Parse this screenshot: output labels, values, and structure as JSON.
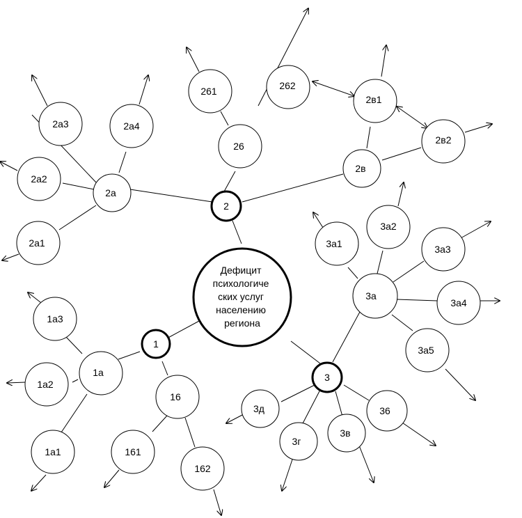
{
  "diagram": {
    "colors": {
      "stroke": "#000000",
      "fill": "#ffffff",
      "text": "#000000"
    },
    "center": {
      "lines": [
        "Дефицит",
        "психологиче",
        "ских услуг",
        "населению",
        "региона"
      ]
    },
    "nodes": [
      {
        "id": "n1",
        "label": "1",
        "bold": true
      },
      {
        "id": "n2",
        "label": "2",
        "bold": true
      },
      {
        "id": "n3",
        "label": "3",
        "bold": true
      },
      {
        "id": "n1a",
        "label": "1а"
      },
      {
        "id": "n1a1",
        "label": "1а1"
      },
      {
        "id": "n1a2",
        "label": "1а2"
      },
      {
        "id": "n1a3",
        "label": "1а3"
      },
      {
        "id": "n16",
        "label": "16"
      },
      {
        "id": "n161",
        "label": "161"
      },
      {
        "id": "n162",
        "label": "162"
      },
      {
        "id": "n2a",
        "label": "2а"
      },
      {
        "id": "n2a1",
        "label": "2а1"
      },
      {
        "id": "n2a2",
        "label": "2а2"
      },
      {
        "id": "n2a3",
        "label": "2а3"
      },
      {
        "id": "n2a4",
        "label": "2а4"
      },
      {
        "id": "n26",
        "label": "26"
      },
      {
        "id": "n261",
        "label": "261"
      },
      {
        "id": "n262",
        "label": "262"
      },
      {
        "id": "n2v",
        "label": "2в"
      },
      {
        "id": "n2v1",
        "label": "2в1"
      },
      {
        "id": "n2v2",
        "label": "2в2"
      },
      {
        "id": "n3a",
        "label": "3а"
      },
      {
        "id": "n3a1",
        "label": "3а1"
      },
      {
        "id": "n3a2",
        "label": "3а2"
      },
      {
        "id": "n3a3",
        "label": "3а3"
      },
      {
        "id": "n3a4",
        "label": "3а4"
      },
      {
        "id": "n3a5",
        "label": "3а5"
      },
      {
        "id": "n36",
        "label": "36"
      },
      {
        "id": "n3v",
        "label": "3в"
      },
      {
        "id": "n3g",
        "label": "3г"
      },
      {
        "id": "n3d",
        "label": "3д"
      }
    ]
  }
}
